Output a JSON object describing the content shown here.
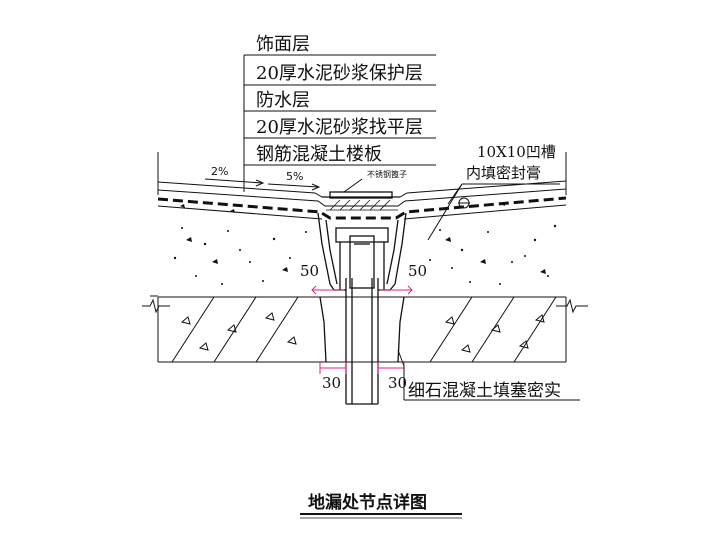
{
  "layers": [
    {
      "label": "饰面层"
    },
    {
      "label": "20厚水泥砂浆保护层"
    },
    {
      "label": "防水层"
    },
    {
      "label": "20厚水泥砂浆找平层"
    },
    {
      "label": "钢筋混凝土楼板"
    }
  ],
  "callouts": {
    "groove": "10X10凹槽",
    "sealant": "内填密封膏",
    "stainless_grate": "不锈钢篦子",
    "fine_concrete": "细石混凝土填塞密实"
  },
  "slopes": {
    "left": "2%",
    "center": "5%"
  },
  "dimensions": {
    "left_top": "50",
    "right_top": "50",
    "left_bottom": "30",
    "right_bottom": "30"
  },
  "title": "地漏处节点详图",
  "colors": {
    "line": "#111111",
    "dimension": "#e0218a",
    "background": "#ffffff"
  }
}
